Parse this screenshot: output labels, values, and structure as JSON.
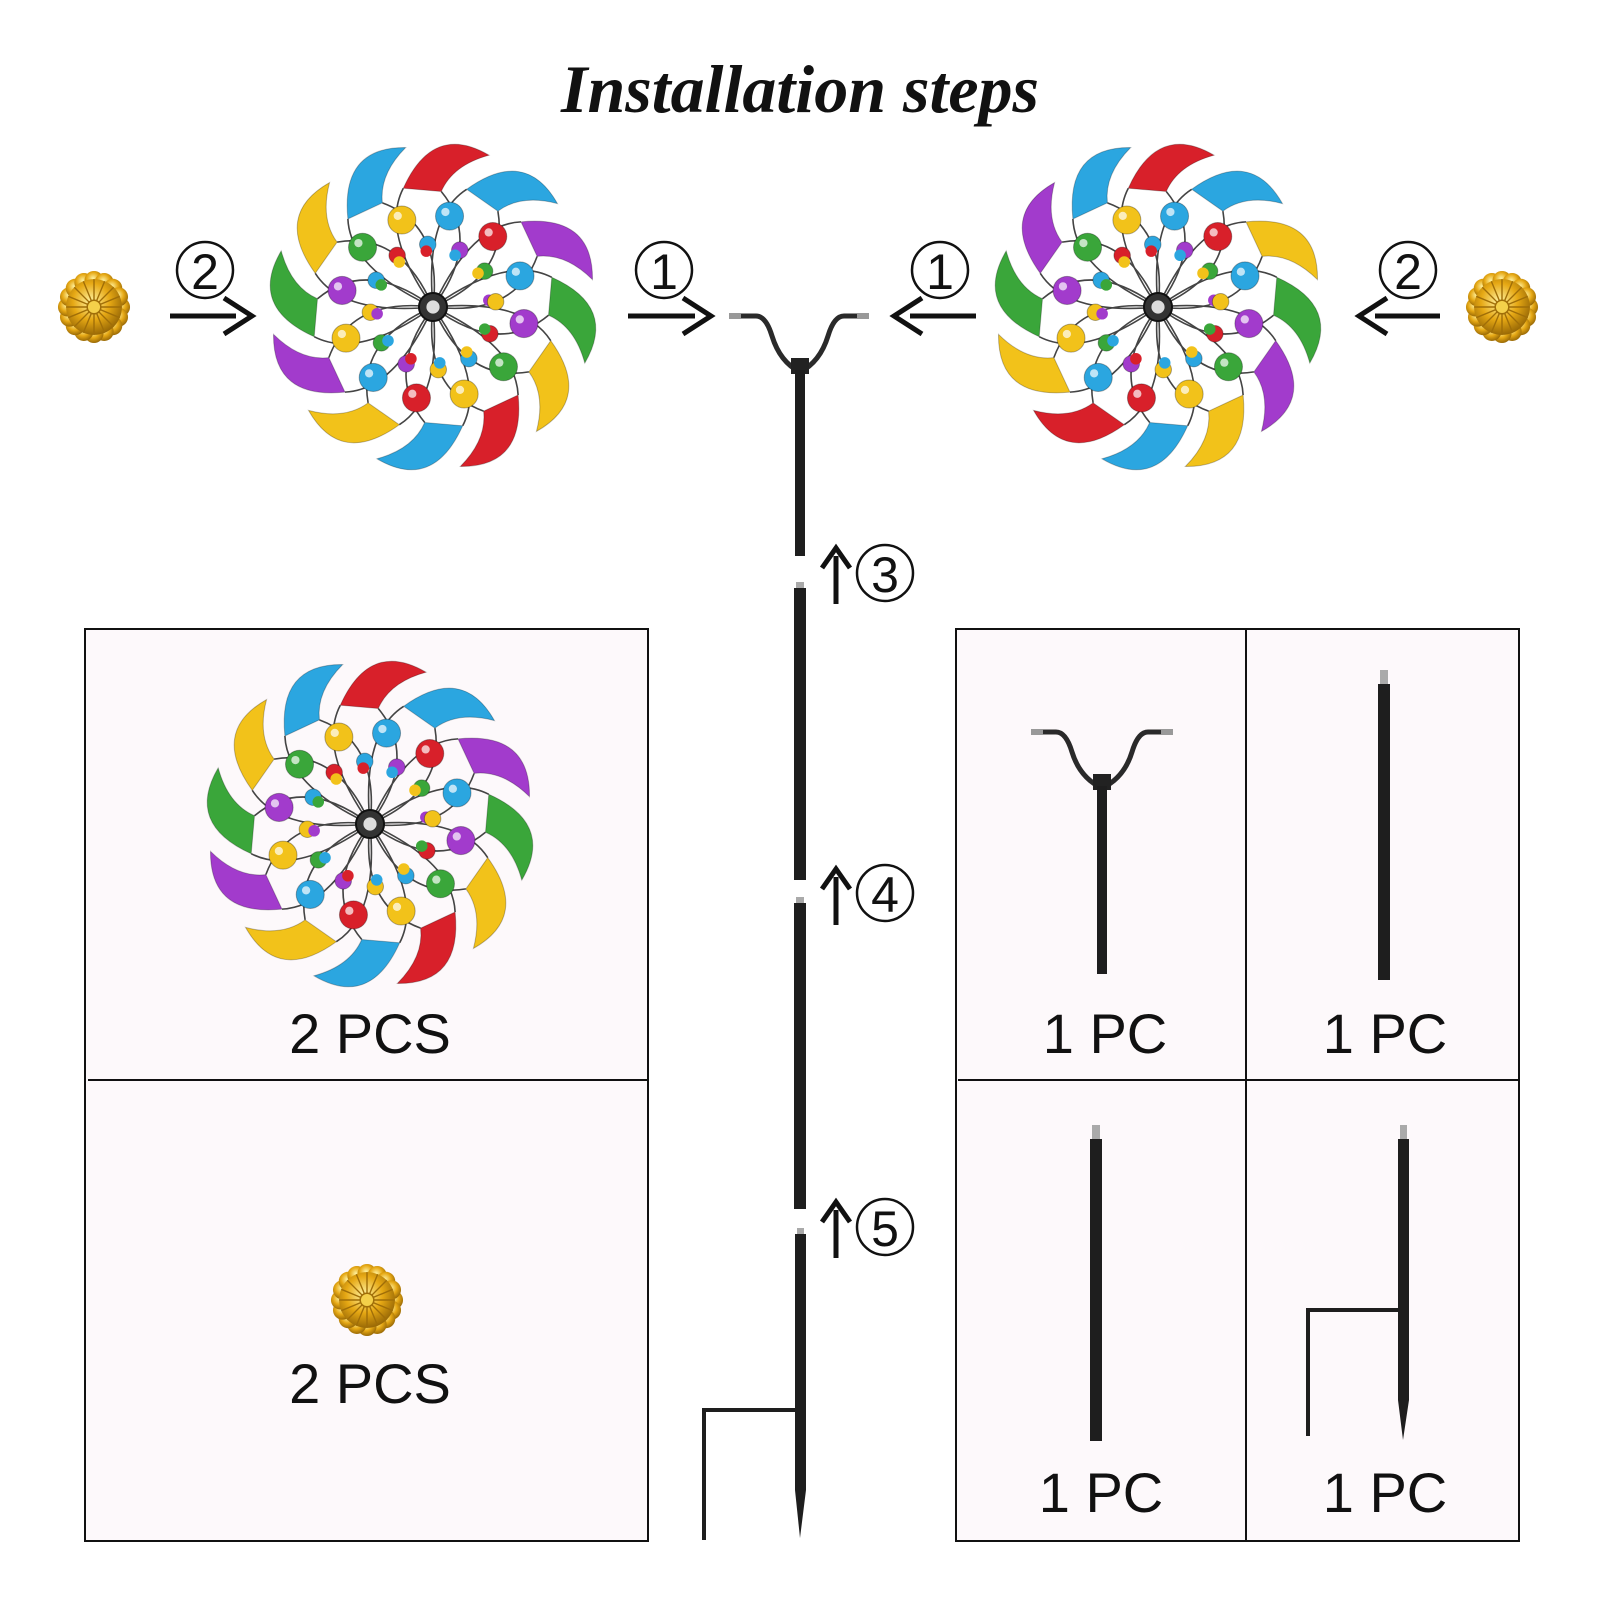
{
  "title": "Installation steps",
  "steps": {
    "s1": "1",
    "s2": "2",
    "s3": "3",
    "s4": "4",
    "s5": "5"
  },
  "parts": {
    "spinner_qty": "2 PCS",
    "cap_qty": "2 PCS",
    "top_pole_qty": "1 PC",
    "upper_pole_qty": "1 PC",
    "middle_pole_qty": "1 PC",
    "stake_qty": "1 PC"
  },
  "colors": {
    "red": "#d8202a",
    "blue": "#2ba6e0",
    "green": "#3aa63a",
    "yellow": "#f2c21a",
    "purple": "#a23bcc",
    "gold": "#e6a814",
    "pole": "#1e1e1e",
    "frame": "#111111",
    "panel": "#fdf9fb"
  },
  "icons": [
    "spinner-flower-icon",
    "gold-cap-icon",
    "pole-part-icon",
    "arrow-icon"
  ]
}
